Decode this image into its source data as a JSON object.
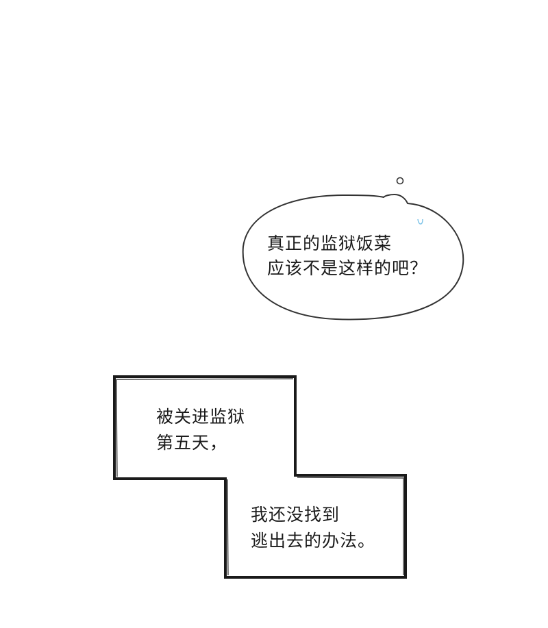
{
  "speech_bubble": {
    "lines": [
      "真正的监狱饭菜",
      "应该不是这样的吧？"
    ]
  },
  "caption_box": {
    "top_lines": [
      "被关进监狱",
      "第五天，"
    ],
    "bottom_lines": [
      "我还没找到",
      "逃出去的办法。"
    ]
  },
  "colors": {
    "background": "#ffffff",
    "ink": "#1a1a1a",
    "sweat_drop": "#7fc4e8"
  }
}
